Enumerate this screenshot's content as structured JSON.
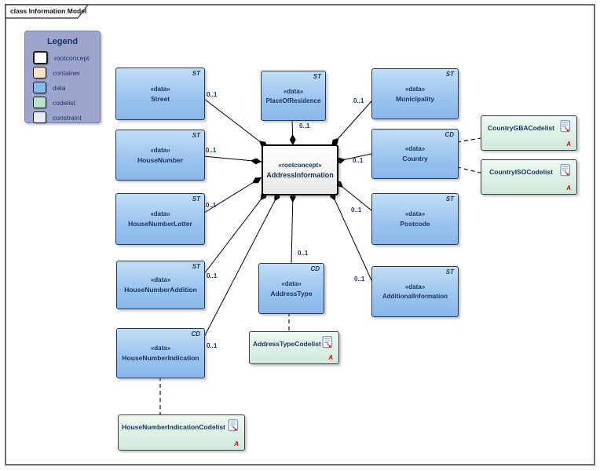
{
  "diagram": {
    "title": "class Information Model"
  },
  "legend": {
    "title": "Legend",
    "items": [
      {
        "label": "rootconcept",
        "color": "#ffffff"
      },
      {
        "label": "container",
        "color": "#f8e3c8"
      },
      {
        "label": "data",
        "color": "#8ab9ed"
      },
      {
        "label": "codelist",
        "color": "#b9e2cb"
      },
      {
        "label": "constraint",
        "color": "#e8ebf9"
      }
    ]
  },
  "root_node": {
    "stereotype": "«rootconcept»",
    "name": "AddressInformation"
  },
  "data_nodes": {
    "street": {
      "stereotype": "«data»",
      "name": "Street",
      "tag": "ST",
      "multiplicity": "0..1"
    },
    "house_number": {
      "stereotype": "«data»",
      "name": "HouseNumber",
      "tag": "ST",
      "multiplicity": "0..1"
    },
    "house_number_letter": {
      "stereotype": "«data»",
      "name": "HouseNumberLetter",
      "tag": "ST",
      "multiplicity": "0..1"
    },
    "house_number_addition": {
      "stereotype": "«data»",
      "name": "HouseNumberAddition",
      "tag": "ST",
      "multiplicity": "0..1"
    },
    "house_number_indication": {
      "stereotype": "«data»",
      "name": "HouseNumberIndication",
      "tag": "CD",
      "multiplicity": "0..1"
    },
    "place_of_residence": {
      "stereotype": "«data»",
      "name": "PlaceOfResidence",
      "tag": "ST",
      "multiplicity": "0..1"
    },
    "municipality": {
      "stereotype": "«data»",
      "name": "Municipality",
      "tag": "ST",
      "multiplicity": "0..1"
    },
    "country": {
      "stereotype": "«data»",
      "name": "Country",
      "tag": "CD",
      "multiplicity": "0..1"
    },
    "postcode": {
      "stereotype": "«data»",
      "name": "Postcode",
      "tag": "ST",
      "multiplicity": "0..1"
    },
    "additional_information": {
      "stereotype": "«data»",
      "name": "AdditionalInformation",
      "tag": "ST",
      "multiplicity": "0..1"
    },
    "address_type": {
      "stereotype": "«data»",
      "name": "AddressType",
      "tag": "CD",
      "multiplicity": "0..1"
    }
  },
  "codelist_nodes": {
    "country_gba": {
      "name": "CountryGBACodelist",
      "badge": "A"
    },
    "country_iso": {
      "name": "CountryISOCodelist",
      "badge": "A"
    },
    "address_type": {
      "name": "AddressTypeCodelist",
      "badge": "A"
    },
    "house_number_indication": {
      "name": "HouseNumberIndicationCodelist",
      "badge": "A"
    }
  },
  "colors": {
    "data_fill": "#8ab6e9",
    "codelist_fill": "#cfe9da",
    "legend_fill": "#9ba5ce",
    "text": "#17355e",
    "badge": "#cc1111",
    "frame_border": "#6e6e6e"
  }
}
